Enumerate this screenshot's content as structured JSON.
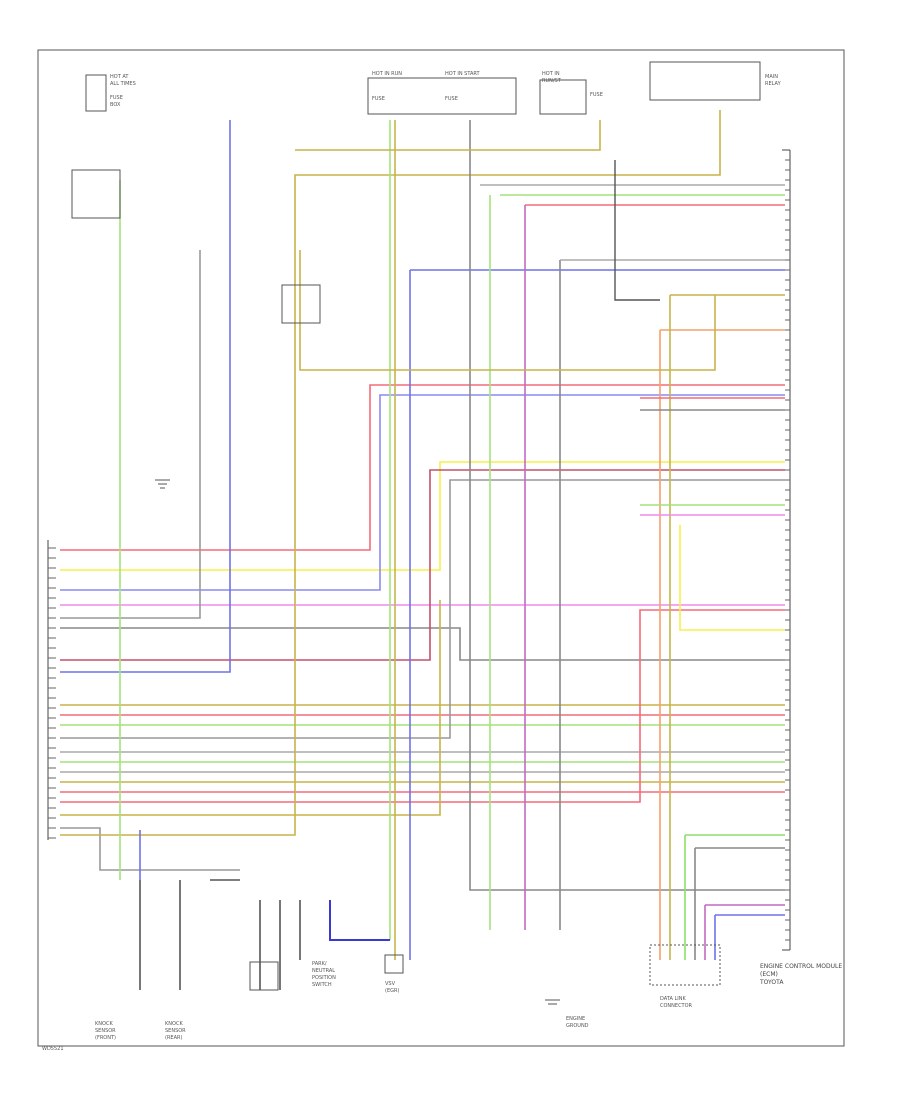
{
  "diagram": {
    "top_components": {
      "fuse_left": [
        "HOT AT",
        "ALL TIMES",
        "",
        "FUSE",
        "BOX"
      ],
      "fuse_center": [
        "HOT IN RUN",
        "HOT IN START",
        "",
        "FUSE",
        "FUSE"
      ],
      "fuse_right": [
        "HOT IN",
        "RUN/ST",
        "",
        "FUSE"
      ],
      "relay_box": [
        "MAIN",
        "RELAY"
      ]
    },
    "ecm_label": [
      "ENGINE CONTROL MODULE",
      "(ECM)",
      "TOYOTA"
    ],
    "bottom_labels": {
      "sensor_1": [
        "KNOCK",
        "SENSOR",
        "(FRONT)"
      ],
      "sensor_2": [
        "KNOCK",
        "SENSOR",
        "(REAR)"
      ],
      "switch": [
        "PARK/",
        "NEUTRAL",
        "POSITION",
        "SWITCH"
      ],
      "vsv": [
        "VSV",
        "(EGR)"
      ],
      "ground": [
        "ENGINE",
        "GROUND"
      ],
      "connector": [
        "DATA LINK",
        "CONNECTOR"
      ]
    },
    "footer_code": "WD5521"
  }
}
